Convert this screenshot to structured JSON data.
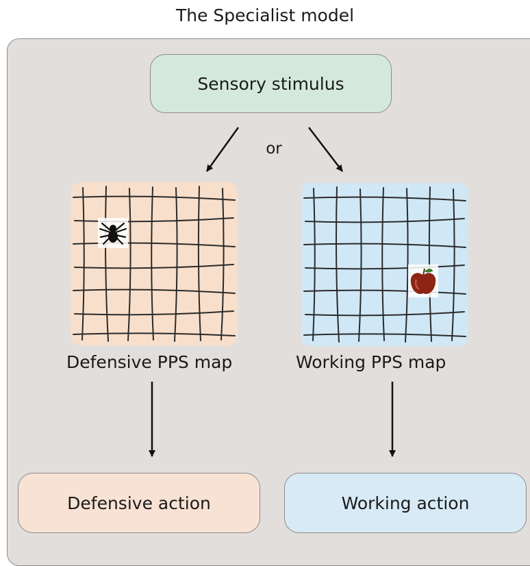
{
  "title": "The Specialist model",
  "stimulus": {
    "label": "Sensory stimulus"
  },
  "connector": {
    "label": "or"
  },
  "maps": {
    "defensive": {
      "label": "Defensive PPS map",
      "color": "#f8dfcb",
      "marker_icon": "spider-icon"
    },
    "working": {
      "label": "Working PPS map",
      "color": "#d0e7f5",
      "marker_icon": "apple-icon"
    }
  },
  "actions": {
    "defensive": {
      "label": "Defensive action",
      "color": "#f8e2d3"
    },
    "working": {
      "label": "Working action",
      "color": "#d7eaf6"
    }
  }
}
